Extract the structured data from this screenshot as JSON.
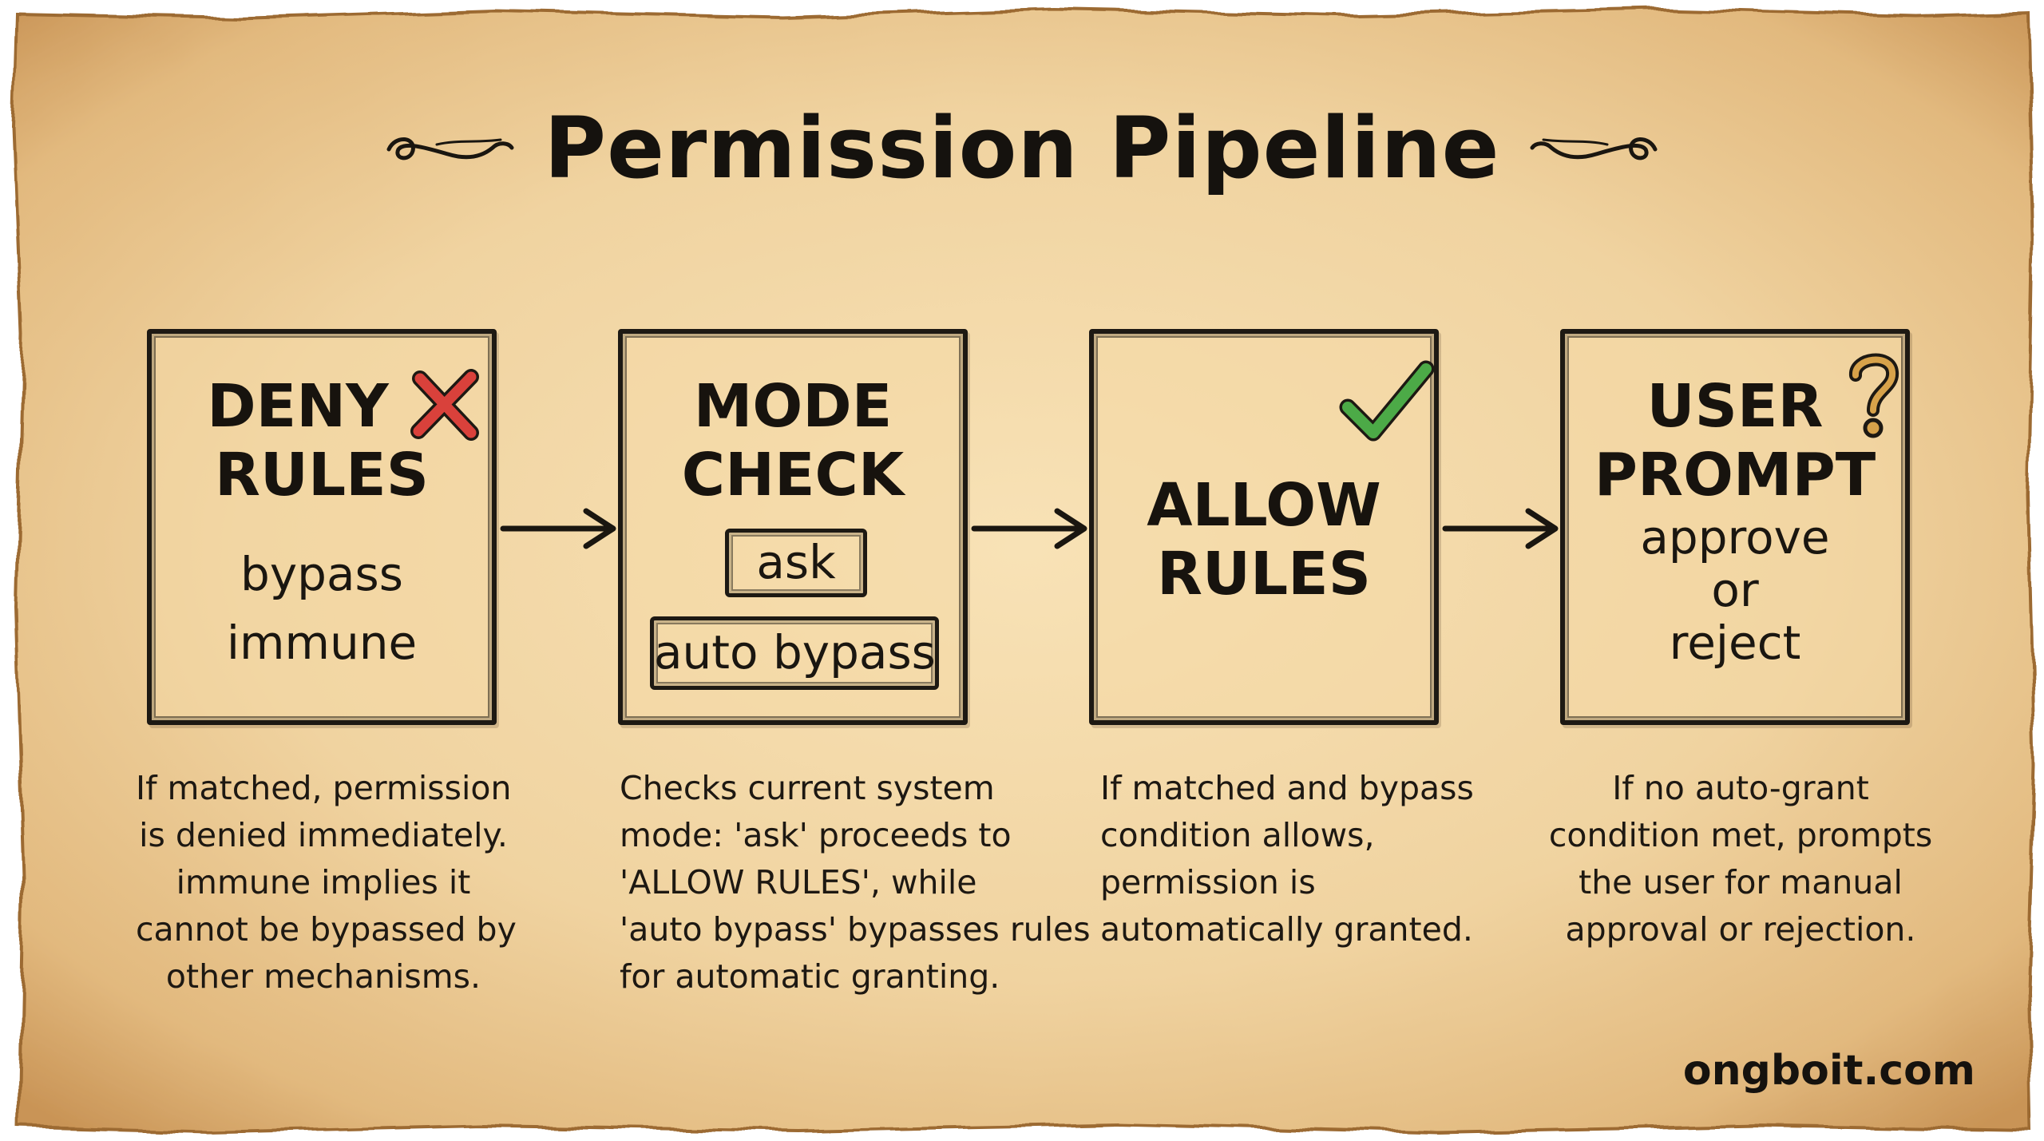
{
  "title": "Permission Pipeline",
  "stages": [
    {
      "title_lines": [
        "DENY",
        "RULES"
      ],
      "subtitle_lines": [
        "bypass",
        "immune"
      ],
      "icon": "red-cross-icon",
      "description_lines": [
        "If matched, permission",
        "is denied immediately.",
        "immune implies it",
        "cannot be bypassed by",
        "other mechanisms."
      ]
    },
    {
      "title_lines": [
        "MODE",
        "CHECK"
      ],
      "options": [
        "ask",
        "auto bypass"
      ],
      "description_lines": [
        "Checks current system",
        "mode: 'ask' proceeds to",
        "'ALLOW RULES', while",
        "'auto bypass' bypasses rules",
        "for automatic granting."
      ]
    },
    {
      "title_lines": [
        "ALLOW",
        "RULES"
      ],
      "icon": "green-check-icon",
      "description_lines": [
        "If matched and bypass",
        "condition allows,",
        "permission is",
        "automatically granted."
      ]
    },
    {
      "title_lines": [
        "USER",
        "PROMPT"
      ],
      "subtitle_lines": [
        "approve",
        "or",
        "reject"
      ],
      "icon": "question-mark-icon",
      "description_lines": [
        "If no auto-grant",
        "condition met, prompts",
        "the user for manual",
        "approval or rejection."
      ]
    }
  ],
  "website": "ongboit.com",
  "colors": {
    "parchment": "#f1d7a6",
    "ink": "#1c1813",
    "deny_red": "#d9413b",
    "allow_green": "#4caa47"
  }
}
